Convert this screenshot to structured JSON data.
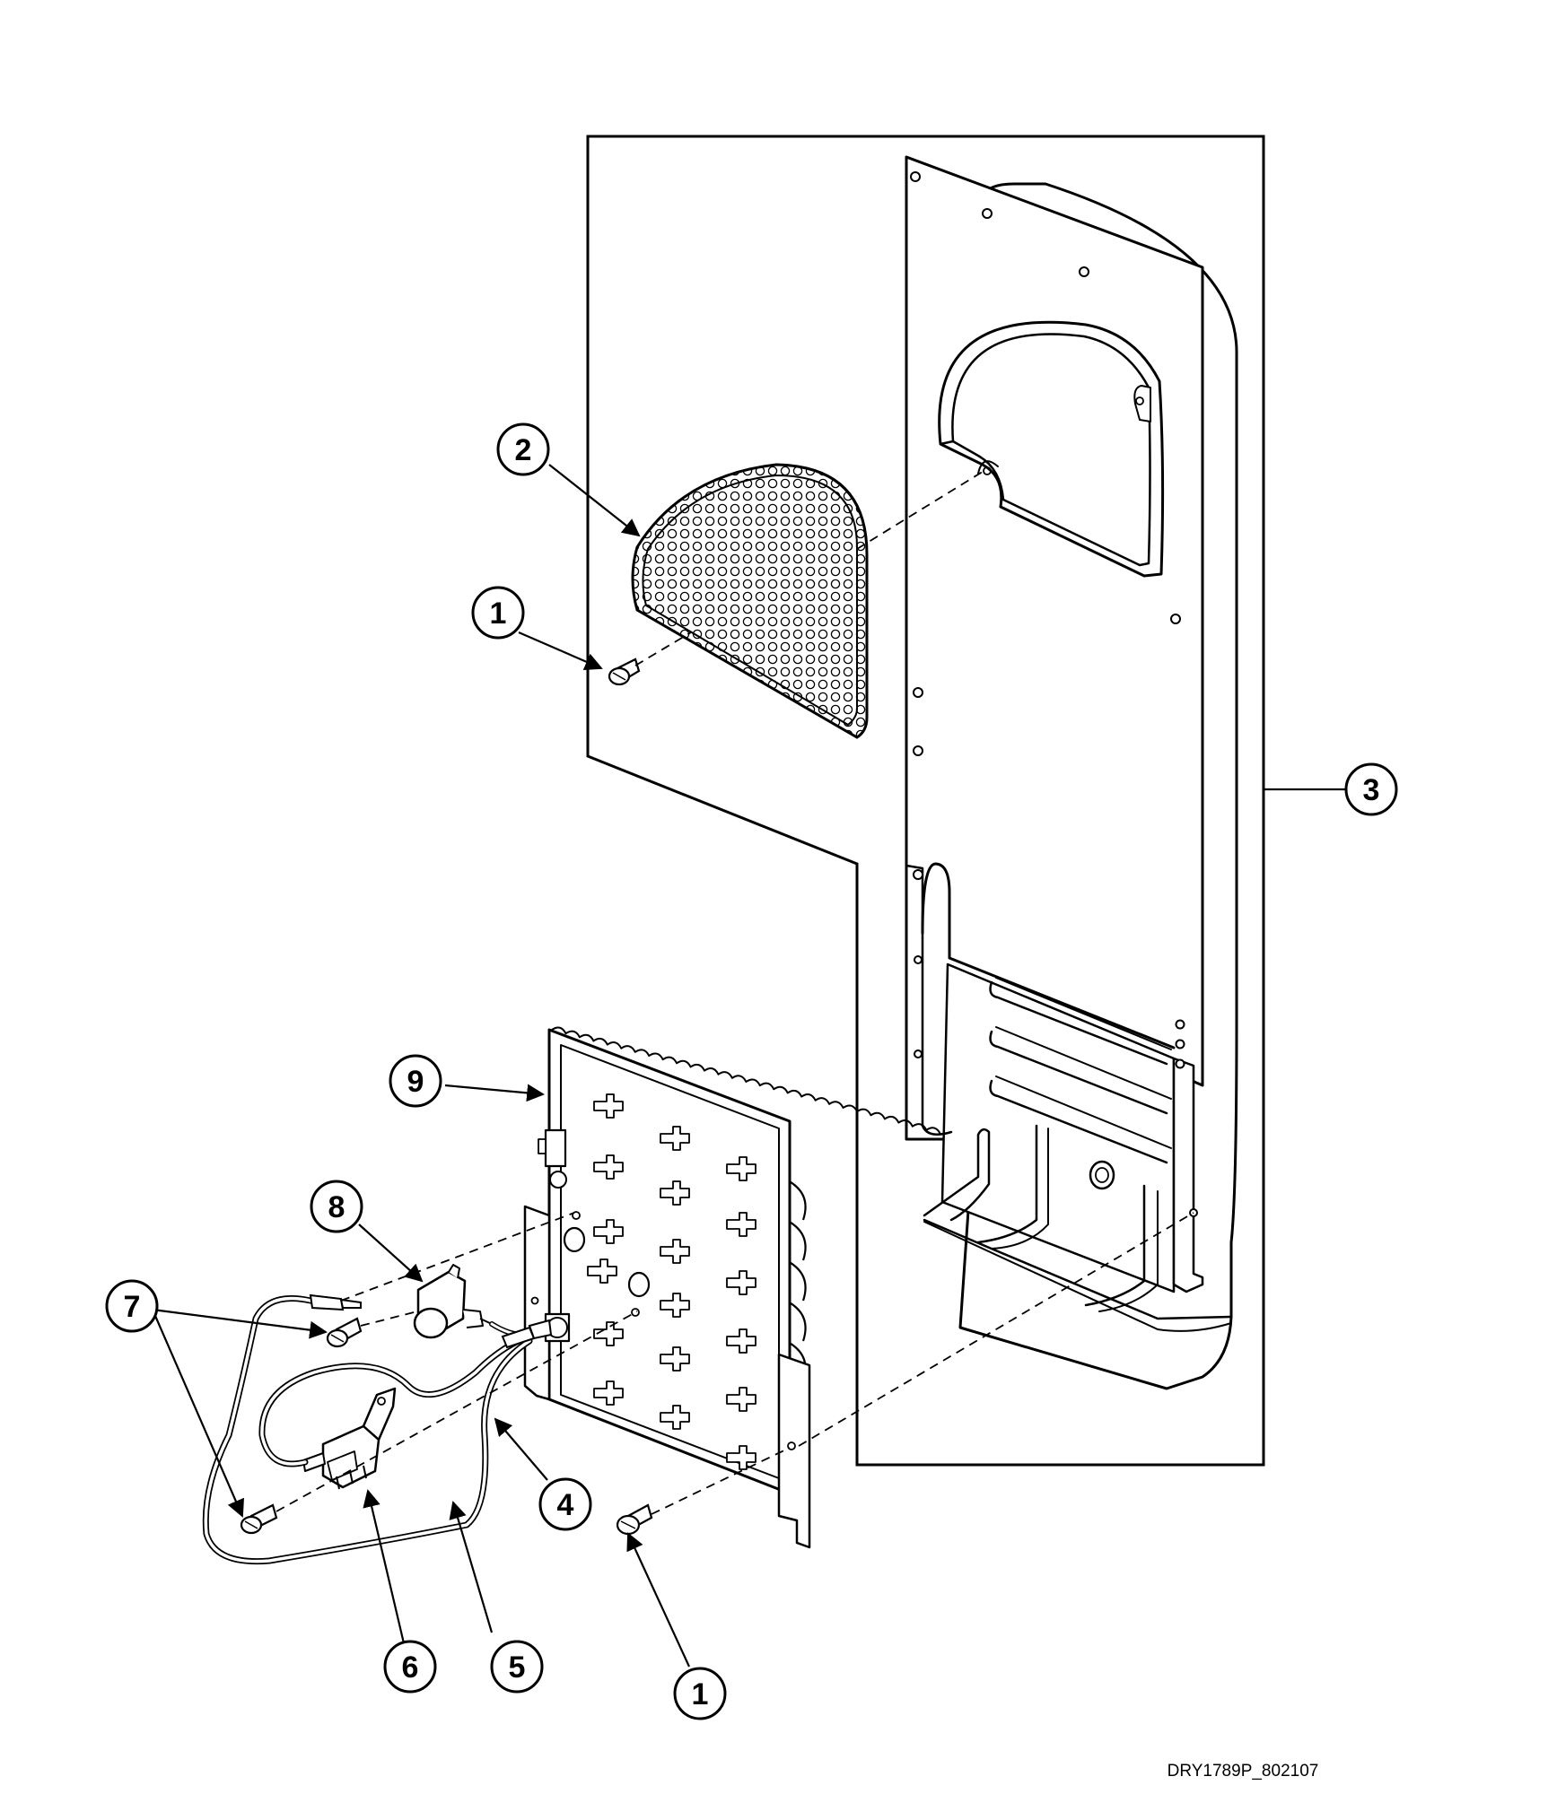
{
  "callouts": [
    {
      "id": "c1a",
      "label": "1"
    },
    {
      "id": "c2",
      "label": "2"
    },
    {
      "id": "c3",
      "label": "3"
    },
    {
      "id": "c9",
      "label": "9"
    },
    {
      "id": "c8",
      "label": "8"
    },
    {
      "id": "c7",
      "label": "7"
    },
    {
      "id": "c4",
      "label": "4"
    },
    {
      "id": "c6",
      "label": "6"
    },
    {
      "id": "c5",
      "label": "5"
    },
    {
      "id": "c1b",
      "label": "1"
    }
  ],
  "doc_code": "DRY1789P_802107"
}
